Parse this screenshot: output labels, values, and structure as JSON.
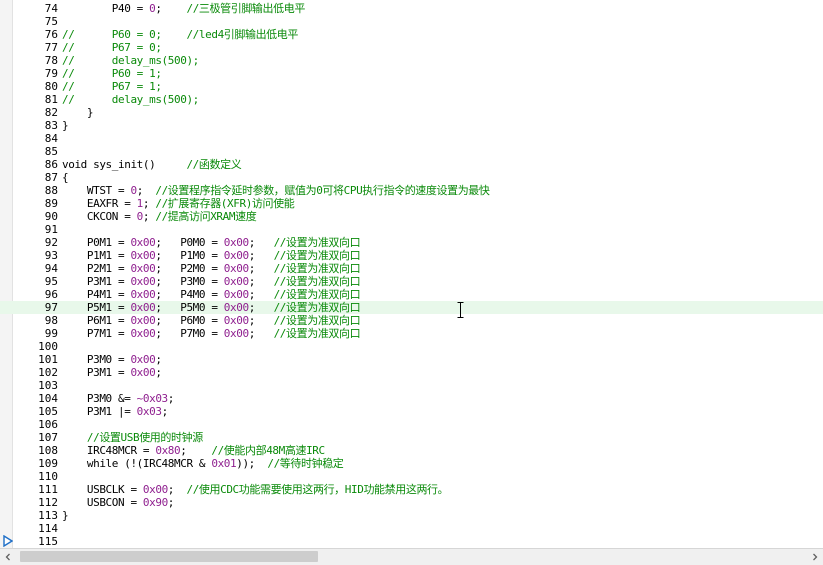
{
  "editor": {
    "current_line": "97",
    "lines": [
      {
        "n": "74",
        "tokens": [
          {
            "t": "        P40 = ",
            "c": "code"
          },
          {
            "t": "0",
            "c": "num"
          },
          {
            "t": ";    ",
            "c": "code"
          },
          {
            "t": "//三极管引脚输出低电平",
            "c": "comment"
          }
        ]
      },
      {
        "n": "75",
        "tokens": []
      },
      {
        "n": "76",
        "tokens": [
          {
            "t": "//      P60 = 0;    //led4引脚输出低电平",
            "c": "comment"
          }
        ]
      },
      {
        "n": "77",
        "tokens": [
          {
            "t": "//      P67 = 0;",
            "c": "comment"
          }
        ]
      },
      {
        "n": "78",
        "tokens": [
          {
            "t": "//      delay_ms(500);",
            "c": "comment"
          }
        ]
      },
      {
        "n": "79",
        "tokens": [
          {
            "t": "//      P60 = 1;",
            "c": "comment"
          }
        ]
      },
      {
        "n": "80",
        "tokens": [
          {
            "t": "//      P67 = 1;",
            "c": "comment"
          }
        ]
      },
      {
        "n": "81",
        "tokens": [
          {
            "t": "//      delay_ms(500);",
            "c": "comment"
          }
        ]
      },
      {
        "n": "82",
        "tokens": [
          {
            "t": "    }",
            "c": "code"
          }
        ]
      },
      {
        "n": "83",
        "tokens": [
          {
            "t": "}",
            "c": "code"
          }
        ]
      },
      {
        "n": "84",
        "tokens": []
      },
      {
        "n": "85",
        "tokens": []
      },
      {
        "n": "86",
        "tokens": [
          {
            "t": "void sys_init()     ",
            "c": "code"
          },
          {
            "t": "//函数定义",
            "c": "comment"
          }
        ]
      },
      {
        "n": "87",
        "tokens": [
          {
            "t": "{",
            "c": "code"
          }
        ]
      },
      {
        "n": "88",
        "tokens": [
          {
            "t": "    WTST = ",
            "c": "code"
          },
          {
            "t": "0",
            "c": "num"
          },
          {
            "t": ";  ",
            "c": "code"
          },
          {
            "t": "//设置程序指令延时参数，赋值为0可将CPU执行指令的速度设置为最快",
            "c": "comment"
          }
        ]
      },
      {
        "n": "89",
        "tokens": [
          {
            "t": "    EAXFR = ",
            "c": "code"
          },
          {
            "t": "1",
            "c": "num"
          },
          {
            "t": "; ",
            "c": "code"
          },
          {
            "t": "//扩展寄存器(XFR)访问使能",
            "c": "comment"
          }
        ]
      },
      {
        "n": "90",
        "tokens": [
          {
            "t": "    CKCON = ",
            "c": "code"
          },
          {
            "t": "0",
            "c": "num"
          },
          {
            "t": "; ",
            "c": "code"
          },
          {
            "t": "//提高访问XRAM速度",
            "c": "comment"
          }
        ]
      },
      {
        "n": "91",
        "tokens": []
      },
      {
        "n": "92",
        "tokens": [
          {
            "t": "    P0M1 = ",
            "c": "code"
          },
          {
            "t": "0x00",
            "c": "num"
          },
          {
            "t": ";   P0M0 = ",
            "c": "code"
          },
          {
            "t": "0x00",
            "c": "num"
          },
          {
            "t": ";   ",
            "c": "code"
          },
          {
            "t": "//设置为准双向口",
            "c": "comment"
          }
        ]
      },
      {
        "n": "93",
        "tokens": [
          {
            "t": "    P1M1 = ",
            "c": "code"
          },
          {
            "t": "0x00",
            "c": "num"
          },
          {
            "t": ";   P1M0 = ",
            "c": "code"
          },
          {
            "t": "0x00",
            "c": "num"
          },
          {
            "t": ";   ",
            "c": "code"
          },
          {
            "t": "//设置为准双向口",
            "c": "comment"
          }
        ]
      },
      {
        "n": "94",
        "tokens": [
          {
            "t": "    P2M1 = ",
            "c": "code"
          },
          {
            "t": "0x00",
            "c": "num"
          },
          {
            "t": ";   P2M0 = ",
            "c": "code"
          },
          {
            "t": "0x00",
            "c": "num"
          },
          {
            "t": ";   ",
            "c": "code"
          },
          {
            "t": "//设置为准双向口",
            "c": "comment"
          }
        ]
      },
      {
        "n": "95",
        "tokens": [
          {
            "t": "    P3M1 = ",
            "c": "code"
          },
          {
            "t": "0x00",
            "c": "num"
          },
          {
            "t": ";   P3M0 = ",
            "c": "code"
          },
          {
            "t": "0x00",
            "c": "num"
          },
          {
            "t": ";   ",
            "c": "code"
          },
          {
            "t": "//设置为准双向口",
            "c": "comment"
          }
        ]
      },
      {
        "n": "96",
        "tokens": [
          {
            "t": "    P4M1 = ",
            "c": "code"
          },
          {
            "t": "0x00",
            "c": "num"
          },
          {
            "t": ";   P4M0 = ",
            "c": "code"
          },
          {
            "t": "0x00",
            "c": "num"
          },
          {
            "t": ";   ",
            "c": "code"
          },
          {
            "t": "//设置为准双向口",
            "c": "comment"
          }
        ]
      },
      {
        "n": "97",
        "tokens": [
          {
            "t": "    P5M1 = ",
            "c": "code"
          },
          {
            "t": "0x00",
            "c": "num"
          },
          {
            "t": ";   P5M0 = ",
            "c": "code"
          },
          {
            "t": "0x00",
            "c": "num"
          },
          {
            "t": ";   ",
            "c": "code"
          },
          {
            "t": "//设置为准双向口",
            "c": "comment"
          }
        ]
      },
      {
        "n": "98",
        "tokens": [
          {
            "t": "    P6M1 = ",
            "c": "code"
          },
          {
            "t": "0x00",
            "c": "num"
          },
          {
            "t": ";   P6M0 = ",
            "c": "code"
          },
          {
            "t": "0x00",
            "c": "num"
          },
          {
            "t": ";   ",
            "c": "code"
          },
          {
            "t": "//设置为准双向口",
            "c": "comment"
          }
        ]
      },
      {
        "n": "99",
        "tokens": [
          {
            "t": "    P7M1 = ",
            "c": "code"
          },
          {
            "t": "0x00",
            "c": "num"
          },
          {
            "t": ";   P7M0 = ",
            "c": "code"
          },
          {
            "t": "0x00",
            "c": "num"
          },
          {
            "t": ";   ",
            "c": "code"
          },
          {
            "t": "//设置为准双向口",
            "c": "comment"
          }
        ]
      },
      {
        "n": "100",
        "tokens": []
      },
      {
        "n": "101",
        "tokens": [
          {
            "t": "    P3M0 = ",
            "c": "code"
          },
          {
            "t": "0x00",
            "c": "num"
          },
          {
            "t": ";",
            "c": "code"
          }
        ]
      },
      {
        "n": "102",
        "tokens": [
          {
            "t": "    P3M1 = ",
            "c": "code"
          },
          {
            "t": "0x00",
            "c": "num"
          },
          {
            "t": ";",
            "c": "code"
          }
        ]
      },
      {
        "n": "103",
        "tokens": []
      },
      {
        "n": "104",
        "tokens": [
          {
            "t": "    P3M0 &= ",
            "c": "code"
          },
          {
            "t": "~0x03",
            "c": "num"
          },
          {
            "t": ";",
            "c": "code"
          }
        ]
      },
      {
        "n": "105",
        "tokens": [
          {
            "t": "    P3M1 |= ",
            "c": "code"
          },
          {
            "t": "0x03",
            "c": "num"
          },
          {
            "t": ";",
            "c": "code"
          }
        ]
      },
      {
        "n": "106",
        "tokens": []
      },
      {
        "n": "107",
        "tokens": [
          {
            "t": "    //设置USB使用的时钟源",
            "c": "comment"
          }
        ]
      },
      {
        "n": "108",
        "tokens": [
          {
            "t": "    IRC48MCR = ",
            "c": "code"
          },
          {
            "t": "0x80",
            "c": "num"
          },
          {
            "t": ";    ",
            "c": "code"
          },
          {
            "t": "//使能内部48M高速IRC",
            "c": "comment"
          }
        ]
      },
      {
        "n": "109",
        "tokens": [
          {
            "t": "    while (!(IRC48MCR & ",
            "c": "code"
          },
          {
            "t": "0x01",
            "c": "num"
          },
          {
            "t": "));  ",
            "c": "code"
          },
          {
            "t": "//等待时钟稳定",
            "c": "comment"
          }
        ]
      },
      {
        "n": "110",
        "tokens": []
      },
      {
        "n": "111",
        "tokens": [
          {
            "t": "    USBCLK = ",
            "c": "code"
          },
          {
            "t": "0x00",
            "c": "num"
          },
          {
            "t": ";  ",
            "c": "code"
          },
          {
            "t": "//使用CDC功能需要使用这两行，HID功能禁用这两行。",
            "c": "comment"
          }
        ]
      },
      {
        "n": "112",
        "tokens": [
          {
            "t": "    USBCON = ",
            "c": "code"
          },
          {
            "t": "0x90",
            "c": "num"
          },
          {
            "t": ";",
            "c": "code"
          }
        ]
      },
      {
        "n": "113",
        "tokens": [
          {
            "t": "}",
            "c": "code"
          }
        ]
      },
      {
        "n": "114",
        "tokens": []
      },
      {
        "n": "115",
        "tokens": []
      }
    ]
  },
  "icons": {
    "cursor": "text-cursor-ibeam-icon",
    "bookmark": "current-position-arrow-icon",
    "scroll_left": "scroll-left-arrow-icon",
    "scroll_right": "scroll-right-arrow-icon"
  },
  "colors": {
    "code": "#000000",
    "number": "#8f1f8f",
    "comment": "#0a8a0a",
    "current_line_bg": "#e8f8ea",
    "bookmark_arrow": "#1f6fc7"
  }
}
